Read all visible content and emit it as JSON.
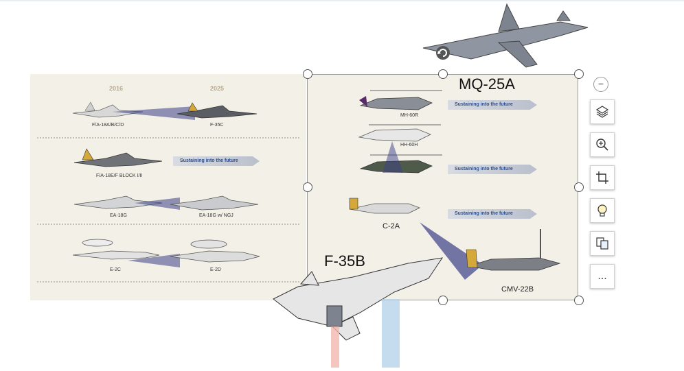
{
  "left_panel": {
    "years": [
      "2016",
      "2025"
    ],
    "captions": {
      "fa18": "F/A-18A/B/C/D",
      "f35c": "F-35C",
      "fa18ef": "F/A-18E/F BLOCK I/II",
      "ea18g": "EA-18G",
      "ea18g_ngj": "EA-18G w/ NGJ",
      "e2c": "E-2C",
      "e2d": "E-2D"
    },
    "banner": "Sustaining into the future"
  },
  "right_panel": {
    "title": "MQ-25A",
    "captions": {
      "mh60r": "MH-60R",
      "hh60h": "HH-60H",
      "c2a": "C-2A",
      "cmv22b": "CMV-22B"
    },
    "banners": [
      "Sustaining into the future",
      "Sustaining into the future",
      "Sustaining into the future"
    ]
  },
  "overlay": {
    "f35b_label": "F-35B"
  },
  "toolbar": {
    "collapse_symbol": "−",
    "items": [
      "layers-icon",
      "zoom-icon",
      "crop-icon",
      "idea-icon",
      "convert-icon",
      "more-icon"
    ],
    "more_label": "..."
  },
  "colors": {
    "panel_bg": "#f3f0e8",
    "banner_text": "#2f4f8a",
    "aircraft_gray": "#8a8f97",
    "f35b_fill": "#e6e6e6"
  }
}
